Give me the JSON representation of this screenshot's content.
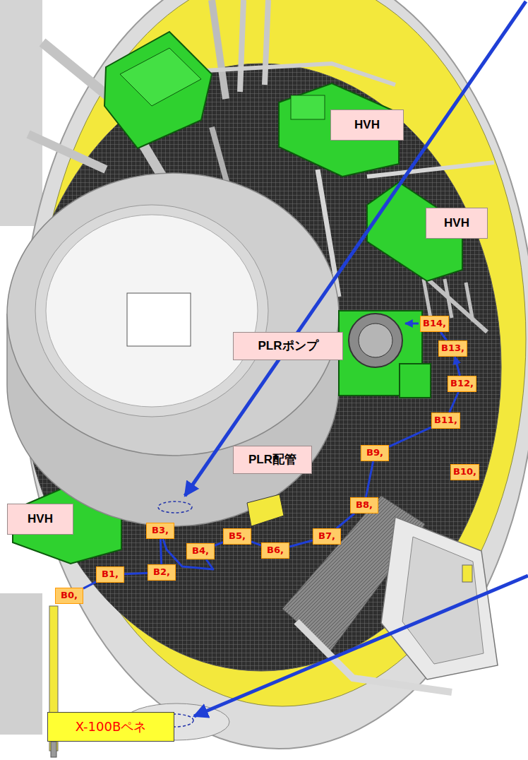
{
  "diagram": {
    "nodes": [
      {
        "text": [
          "HVH"
        ]
      },
      {
        "text": [
          "HVH"
        ]
      },
      {
        "text": [
          "PLRポンプ"
        ]
      },
      {
        "text": [
          "PLR配管"
        ]
      },
      {
        "text": [
          "HVH"
        ]
      },
      {
        "text": [
          "B0,"
        ]
      },
      {
        "text": [
          "B1,"
        ]
      },
      {
        "text": [
          "B2,"
        ]
      },
      {
        "text": [
          "B3,"
        ]
      },
      {
        "text": [
          "B4,"
        ]
      },
      {
        "text": [
          "B5,"
        ]
      },
      {
        "text": [
          "B6,"
        ]
      },
      {
        "text": [
          "B7,"
        ]
      },
      {
        "text": [
          "B8,"
        ]
      },
      {
        "text": [
          "B9,"
        ]
      },
      {
        "text": [
          "B10,"
        ]
      },
      {
        "text": [
          "B11,"
        ]
      },
      {
        "text": [
          "B12,"
        ]
      },
      {
        "text": [
          "B13,"
        ]
      },
      {
        "text": [
          "B14,"
        ]
      },
      {
        "text": [
          "X-100Bペネ"
        ]
      }
    ],
    "edges": [
      {
        "from": 5,
        "to": 6,
        "arrow": "none"
      },
      {
        "from": 6,
        "to": 7,
        "arrow": "none"
      },
      {
        "from": 7,
        "to": 8,
        "arrow": "none"
      },
      {
        "from": 8,
        "to": 9,
        "arrow": "none"
      },
      {
        "from": 9,
        "to": 10,
        "arrow": "none"
      },
      {
        "from": 10,
        "to": 11,
        "arrow": "none"
      },
      {
        "from": 11,
        "to": 12,
        "arrow": "none"
      },
      {
        "from": 12,
        "to": 13,
        "arrow": "none"
      },
      {
        "from": 13,
        "to": 14,
        "arrow": "none"
      },
      {
        "from": 14,
        "to": 16,
        "arrow": "none"
      },
      {
        "from": 16,
        "to": 17,
        "arrow": "none"
      },
      {
        "from": 17,
        "to": 18,
        "arrow": "to"
      },
      {
        "from": 18,
        "to": 19,
        "arrow": "none"
      }
    ]
  }
}
